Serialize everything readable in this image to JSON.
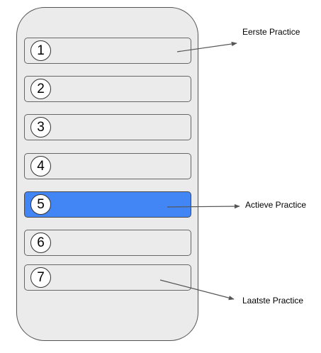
{
  "slots": [
    {
      "number": "1",
      "active": false
    },
    {
      "number": "2",
      "active": false
    },
    {
      "number": "3",
      "active": false
    },
    {
      "number": "4",
      "active": false
    },
    {
      "number": "5",
      "active": true
    },
    {
      "number": "6",
      "active": false
    },
    {
      "number": "7",
      "active": false
    }
  ],
  "annotations": {
    "first": "Eerste Practice",
    "active": "Actieve Practice",
    "last": "Laatste Practice"
  },
  "colors": {
    "active_slot": "#4285f4",
    "phone_fill": "#ebebeb",
    "arrow": "#555555"
  }
}
